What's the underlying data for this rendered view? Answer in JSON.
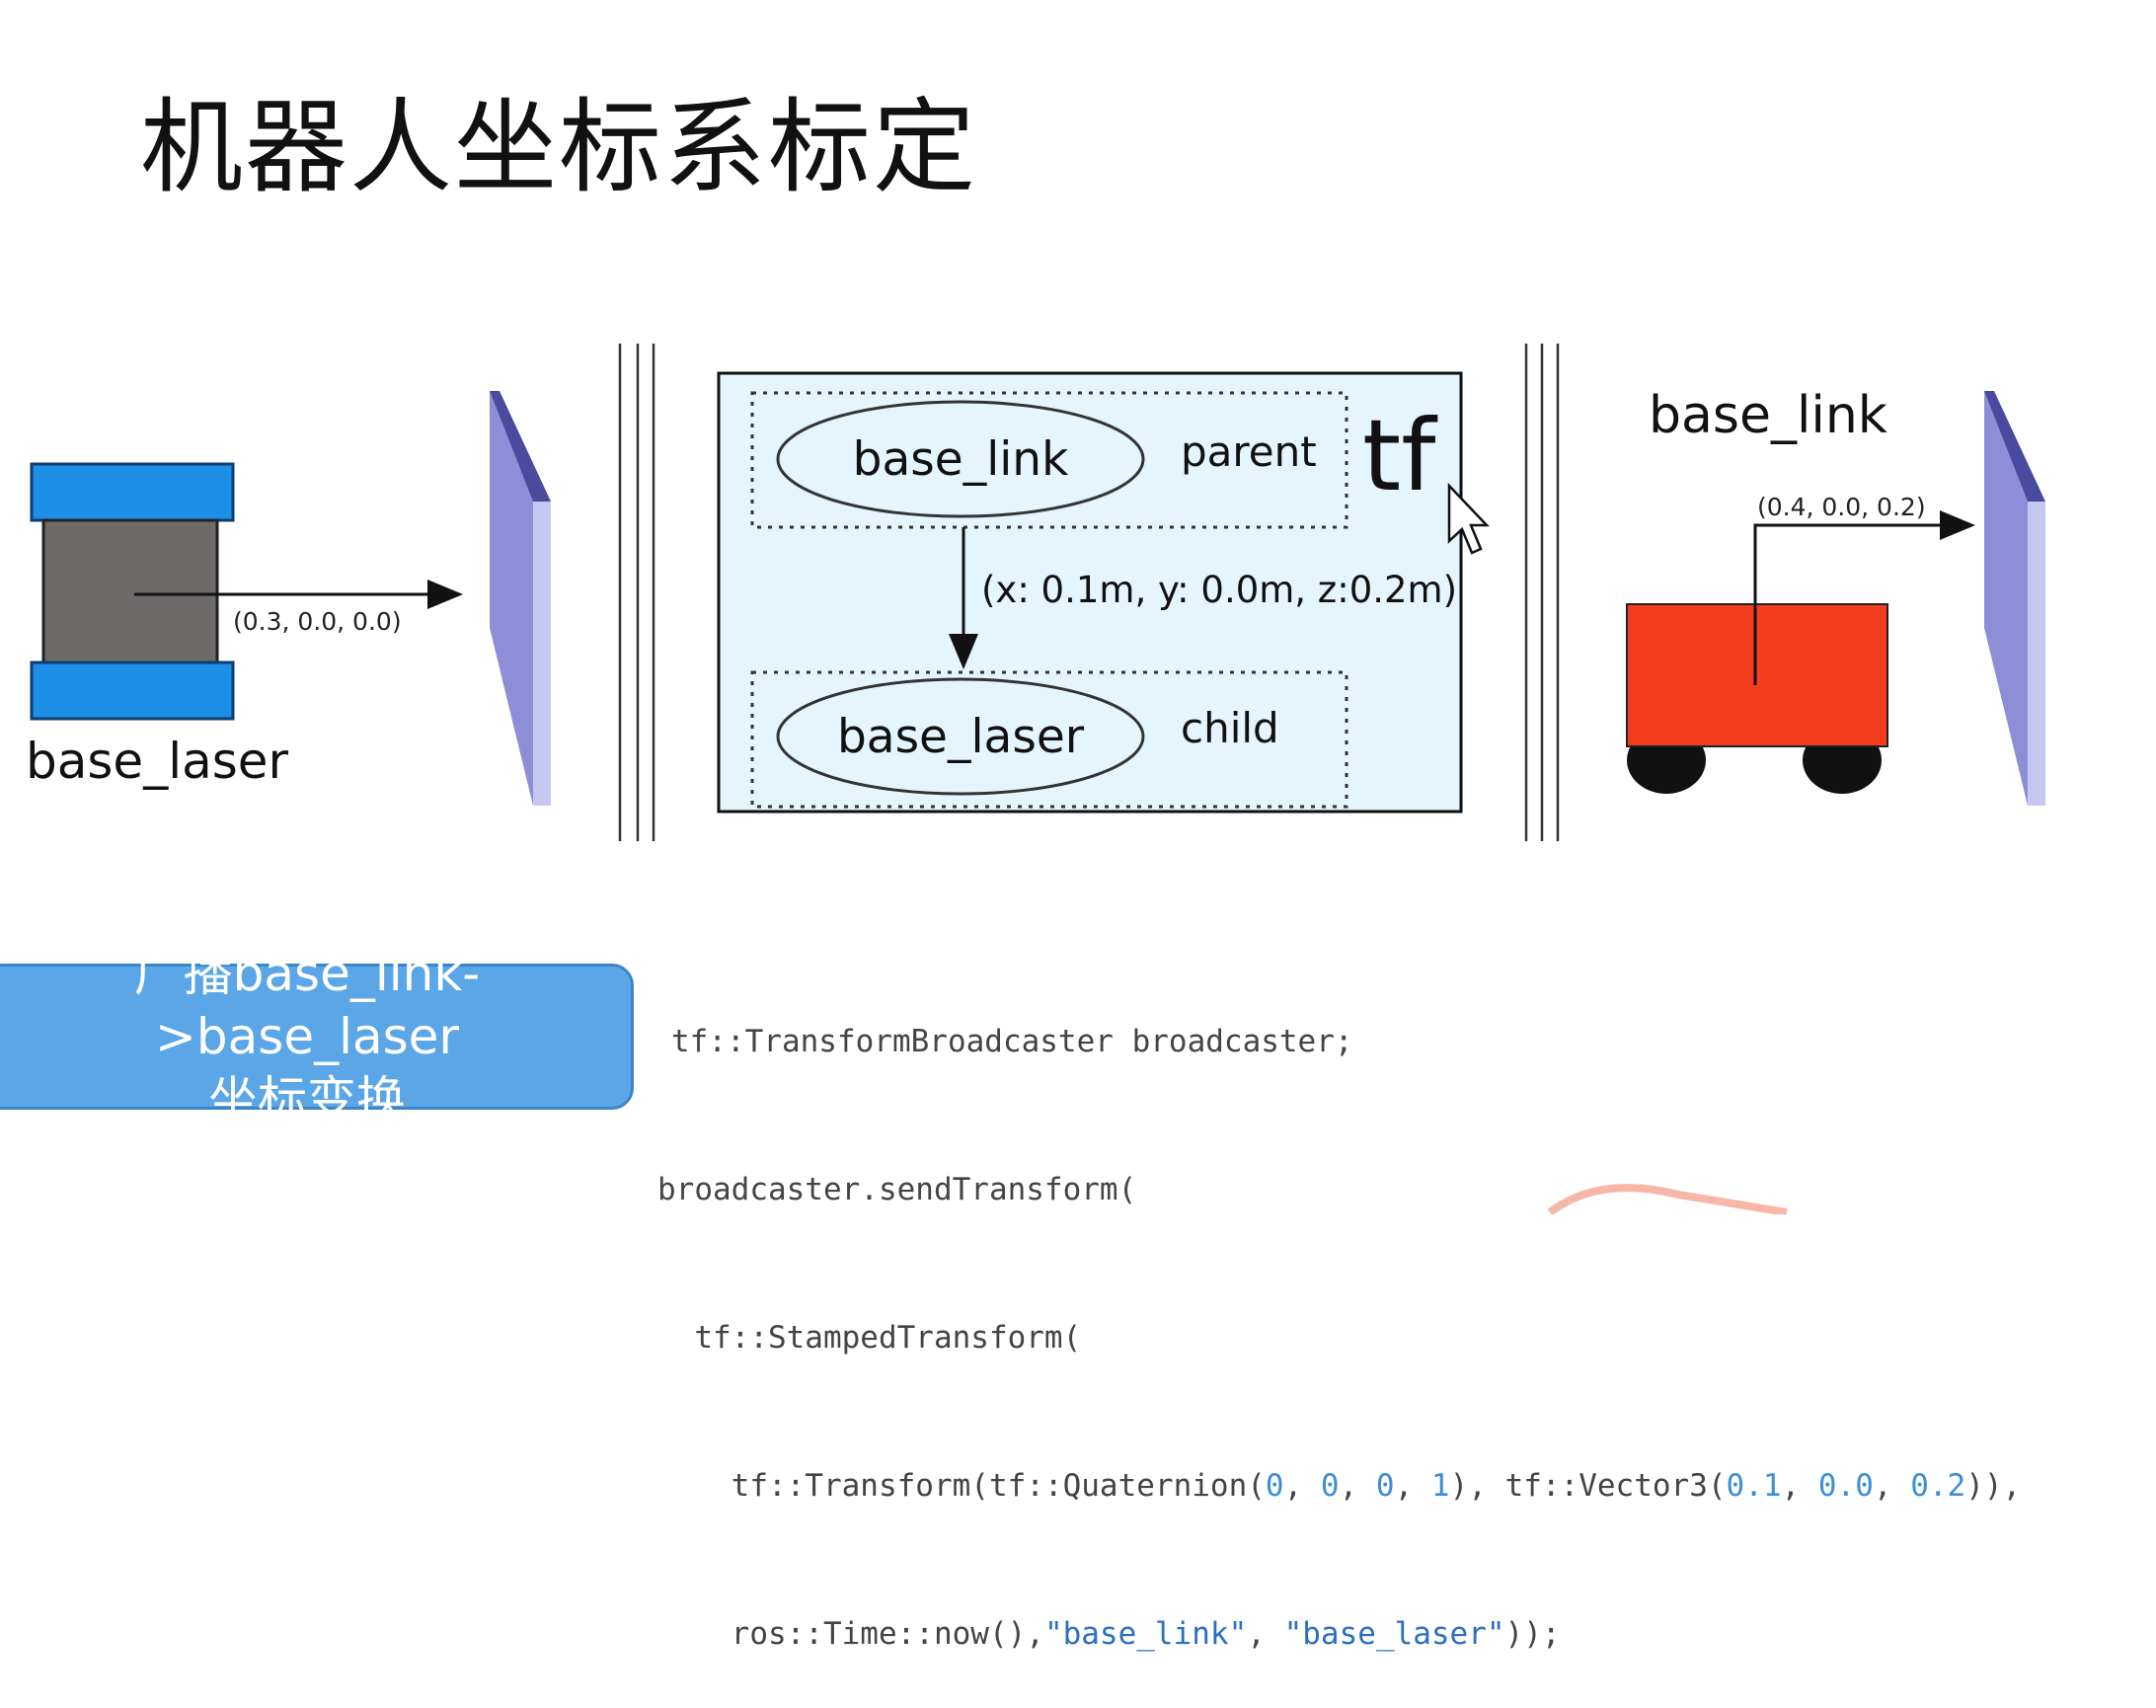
{
  "slide": {
    "title": "机器人坐标系标定"
  },
  "diagram": {
    "left_robot": {
      "label": "base_laser",
      "vector_label": "(0.3, 0.0, 0.0)"
    },
    "tf_box": {
      "tf_label": "tf",
      "parent_node": "base_link",
      "parent_tag": "parent",
      "child_node": "base_laser",
      "child_tag": "child",
      "offset_label": "(x: 0.1m, y: 0.0m, z:0.2m)"
    },
    "right_robot": {
      "label": "base_link",
      "vector_label": "(0.4, 0.0, 0.2)"
    }
  },
  "callout": {
    "line1": "广播base_link->base_laser",
    "line2": "坐标变换"
  },
  "code": {
    "line1": "tf::TransformBroadcaster broadcaster;",
    "line2": "broadcaster.sendTransform(",
    "line3": "  tf::StampedTransform(",
    "line4_a": "    tf::Transform(tf::Quaternion(",
    "q0": "0",
    "q1": "0",
    "q2": "0",
    "q3": "1",
    "line4_b": "), tf::Vector3(",
    "v0": "0.1",
    "v1": "0.0",
    "v2": "0.2",
    "line4_c": ")),",
    "line5_a": "    ros::Time::now(),",
    "s1": "\"base_link\"",
    "s2": "\"base_laser\"",
    "line5_b": "));"
  },
  "colors": {
    "tf_box_fill": "#e4f5fd",
    "robot_red": "#f43c1e",
    "wheel_blue": "#1e8fe6",
    "body_gray": "#6e6a69",
    "wall_purple": "#8e8ed8",
    "callout_blue": "#5aa6e6"
  }
}
